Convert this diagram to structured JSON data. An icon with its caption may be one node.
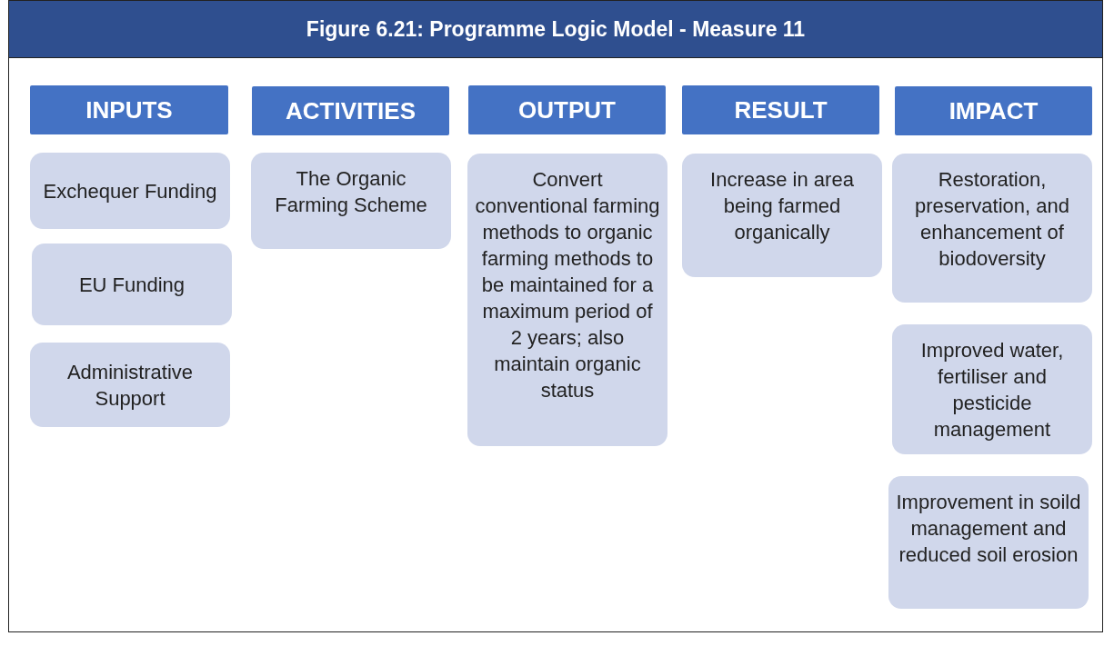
{
  "diagram": {
    "title": "Figure 6.21: Programme Logic Model - Measure 11",
    "nodes": [
      {
        "text": [
          "INPUTS"
        ]
      },
      {
        "text": [
          "Exchequer Funding"
        ]
      },
      {
        "text": [
          "EU Funding"
        ]
      },
      {
        "text": [
          "Administrative Support"
        ]
      },
      {
        "text": [
          "ACTIVITIES"
        ]
      },
      {
        "text": [
          "The Organic Farming Scheme"
        ]
      },
      {
        "text": [
          "OUTPUT"
        ]
      },
      {
        "text": [
          "Convert conventional farming methods to organic farming methods to be maintained for a maximum period of 2 years; also maintain organic status"
        ]
      },
      {
        "text": [
          "RESULT"
        ]
      },
      {
        "text": [
          "Increase in area being farmed organically"
        ]
      },
      {
        "text": [
          "IMPACT"
        ]
      },
      {
        "text": [
          "Restoration, preservation, and enhancement of biodoversity"
        ]
      },
      {
        "text": [
          "Improved water, fertiliser and pesticide management"
        ]
      },
      {
        "text": [
          "Improvement in soild management and reduced soil erosion"
        ]
      }
    ],
    "edges": []
  }
}
